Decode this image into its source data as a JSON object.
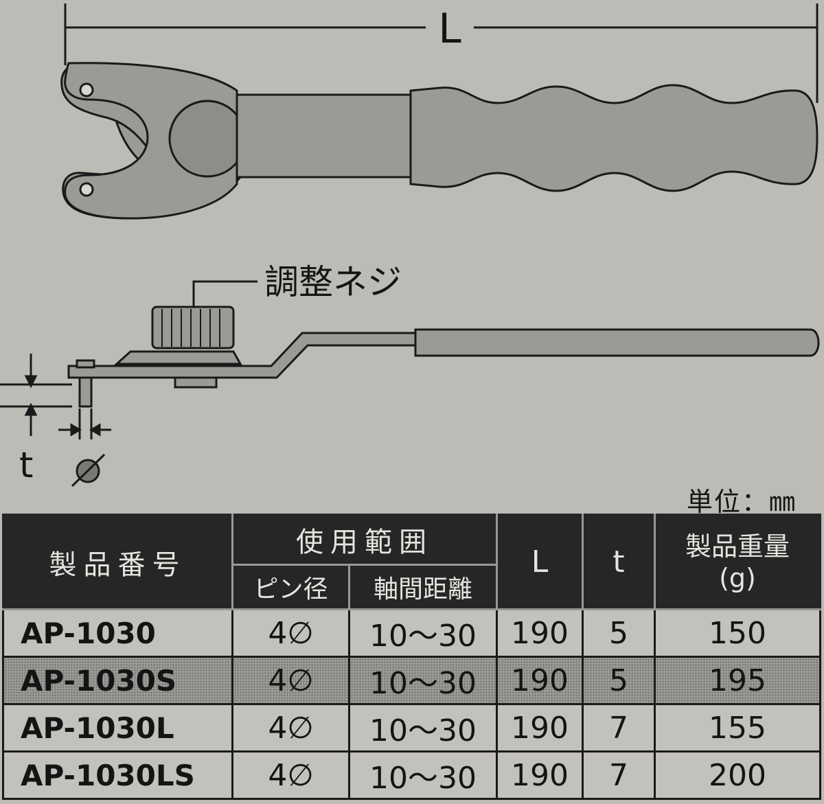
{
  "drawing": {
    "dimension_L": "L",
    "callout_adjust_screw": "調整ネジ",
    "dimension_t": "t"
  },
  "unit": "単位：㎜",
  "table": {
    "headers": {
      "model": "製品番号",
      "range": "使用範囲",
      "pin_diameter": "ピン径",
      "axis_distance": "軸間距離",
      "L": "L",
      "t": "t",
      "weight_line1": "製品重量",
      "weight_line2": "(g)"
    },
    "rows": [
      {
        "model": "AP-1030",
        "pin": "4∅",
        "range": "10〜30",
        "L": "190",
        "t": "5",
        "weight": "150"
      },
      {
        "model": "AP-1030S",
        "pin": "4∅",
        "range": "10〜30",
        "L": "190",
        "t": "5",
        "weight": "195"
      },
      {
        "model": "AP-1030L",
        "pin": "4∅",
        "range": "10〜30",
        "L": "190",
        "t": "7",
        "weight": "155"
      },
      {
        "model": "AP-1030LS",
        "pin": "4∅",
        "range": "10〜30",
        "L": "190",
        "t": "7",
        "weight": "200"
      }
    ]
  }
}
